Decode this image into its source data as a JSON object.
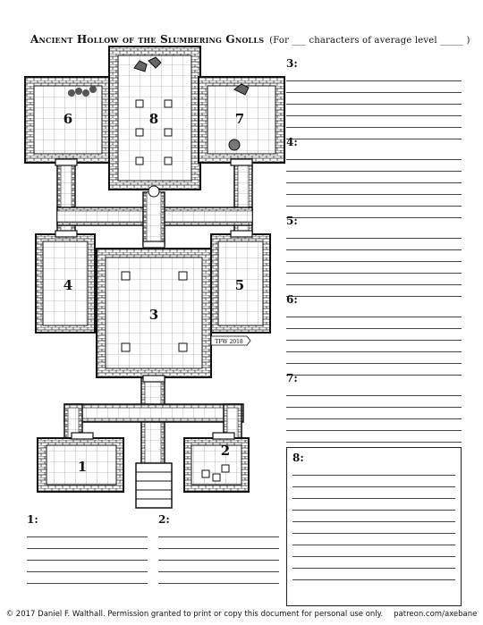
{
  "header": {
    "title": "Ancient Hollow of the Slumbering Gnolls",
    "subtitle": "(For ___ characters of average level _____ )"
  },
  "map": {
    "room_numbers": [
      "1",
      "2",
      "3",
      "4",
      "5",
      "6",
      "7",
      "8"
    ],
    "signature": "TFW 2018"
  },
  "notes": {
    "right": [
      {
        "label": "3:"
      },
      {
        "label": "4:"
      },
      {
        "label": "5:"
      },
      {
        "label": "6:"
      },
      {
        "label": "7:"
      },
      {
        "label": "8:"
      }
    ],
    "bottom": [
      {
        "label": "1:"
      },
      {
        "label": "2:"
      }
    ]
  },
  "footer": {
    "copyright": "© 2017  Daniel F. Walthall.  Permission granted to print or copy this document for personal use only.",
    "link": "patreon.com/axebane"
  }
}
